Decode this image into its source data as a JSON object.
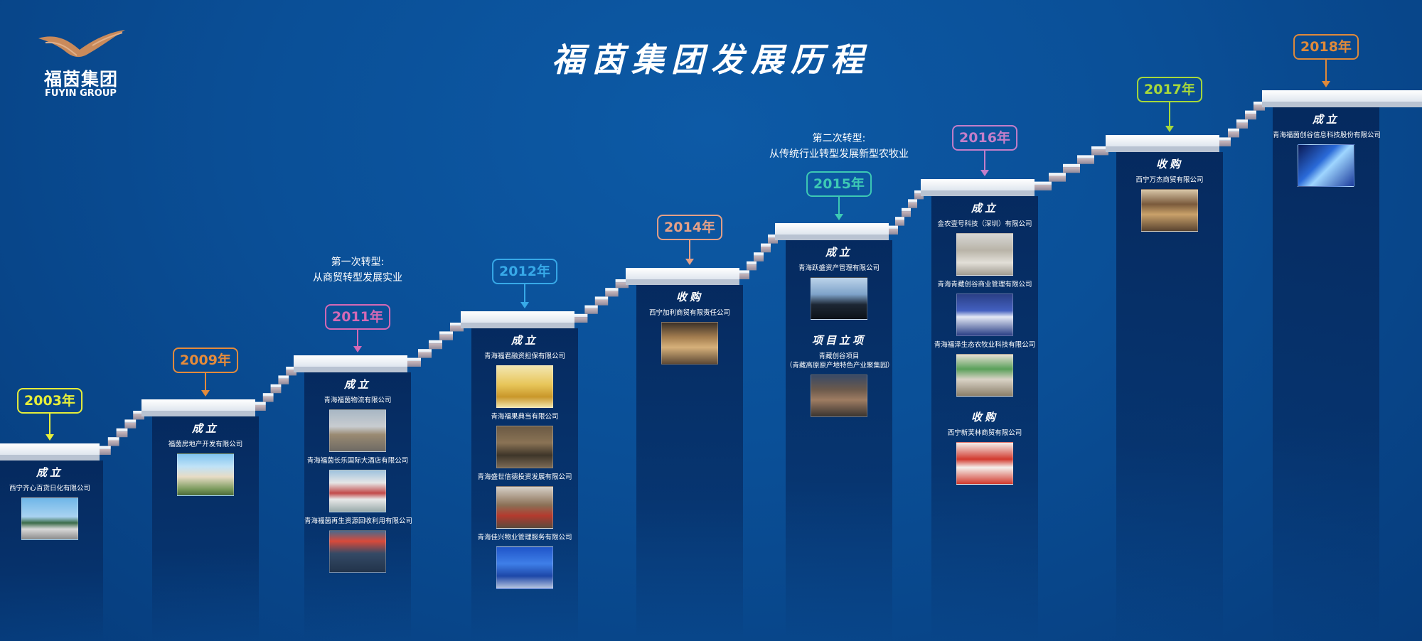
{
  "logo": {
    "name_cn": "福茵集团",
    "name_en": "FUYIN GROUP",
    "mark_icon": "bird-wing-icon",
    "color": "#c98a5b"
  },
  "title": "福茵集团发展历程",
  "notes": [
    {
      "line1": "第一次转型:",
      "line2": "从商贸转型发展实业"
    },
    {
      "line1": "第二次转型:",
      "line2": "从传统行业转型发展新型农牧业"
    }
  ],
  "years": [
    {
      "label": "2003年",
      "color": "#e6ee3a"
    },
    {
      "label": "2009年",
      "color": "#e58b3b"
    },
    {
      "label": "2011年",
      "color": "#d569b5"
    },
    {
      "label": "2012年",
      "color": "#37a9e8"
    },
    {
      "label": "2014年",
      "color": "#e5a087"
    },
    {
      "label": "2015年",
      "color": "#3dc9b4"
    },
    {
      "label": "2016年",
      "color": "#c47ec9"
    },
    {
      "label": "2017年",
      "color": "#a7d83b"
    },
    {
      "label": "2018年",
      "color": "#e08a3a"
    }
  ],
  "columns": [
    {
      "year": "2003",
      "groups": [
        {
          "keyword": "成立",
          "companies": [
            {
              "name": "西宁齐心百货日化有限公司",
              "photo": "building-photo"
            }
          ]
        }
      ]
    },
    {
      "year": "2009",
      "groups": [
        {
          "keyword": "成立",
          "companies": [
            {
              "name": "福茵房地产开发有限公司",
              "photo": "apartment-photo"
            }
          ]
        }
      ]
    },
    {
      "year": "2011",
      "groups": [
        {
          "keyword": "成立",
          "companies": [
            {
              "name": "青海福茵物流有限公司",
              "photo": "warehouse-photo"
            },
            {
              "name": "青海福茵长乐国际大酒店有限公司",
              "photo": "hotel-photo"
            },
            {
              "name": "青海福茵再生资源回收利用有限公司",
              "photo": "workers-photo"
            }
          ]
        }
      ]
    },
    {
      "year": "2012",
      "groups": [
        {
          "keyword": "成立",
          "companies": [
            {
              "name": "青海福君融资担保有限公司",
              "photo": "gold-sign-photo"
            },
            {
              "name": "青海福果典当有限公司",
              "photo": "storefront-photo"
            },
            {
              "name": "青海盛世信德投资发展有限公司",
              "photo": "entrance-photo"
            },
            {
              "name": "青海佳兴物业管理服务有限公司",
              "photo": "blue-sign-photo"
            }
          ]
        }
      ]
    },
    {
      "year": "2014",
      "groups": [
        {
          "keyword": "收购",
          "companies": [
            {
              "name": "西宁加利商贸有限责任公司",
              "photo": "mall-photo"
            }
          ]
        }
      ]
    },
    {
      "year": "2015",
      "groups": [
        {
          "keyword": "成立",
          "companies": [
            {
              "name": "青海跃盛资产管理有限公司",
              "photo": "invest-photo"
            }
          ]
        },
        {
          "keyword": "项目立项",
          "companies": [
            {
              "name": "青藏创谷项目",
              "sub": "（青藏高原原产地特色产业聚集园）",
              "photo": "market-photo"
            }
          ]
        }
      ]
    },
    {
      "year": "2016",
      "groups": [
        {
          "keyword": "成立",
          "companies": [
            {
              "name": "金农壹号科技（深圳）有限公司",
              "photo": "logo-wall-photo"
            },
            {
              "name": "青海青藏创谷商业管理有限公司",
              "photo": "sign-photo"
            },
            {
              "name": "青海福泽生态农牧业科技有限公司",
              "photo": "farm-photo"
            }
          ]
        },
        {
          "keyword": "收购",
          "companies": [
            {
              "name": "西宁新芙林商贸有限公司",
              "photo": "red-sign-photo"
            }
          ]
        }
      ]
    },
    {
      "year": "2017",
      "groups": [
        {
          "keyword": "收购",
          "companies": [
            {
              "name": "西宁万杰商贸有限公司",
              "photo": "supermarket-photo"
            }
          ]
        }
      ]
    },
    {
      "year": "2018",
      "groups": [
        {
          "keyword": "成立",
          "companies": [
            {
              "name": "青海福茵创谷信息科技股份有限公司",
              "photo": "tech-photo"
            }
          ]
        }
      ]
    }
  ]
}
